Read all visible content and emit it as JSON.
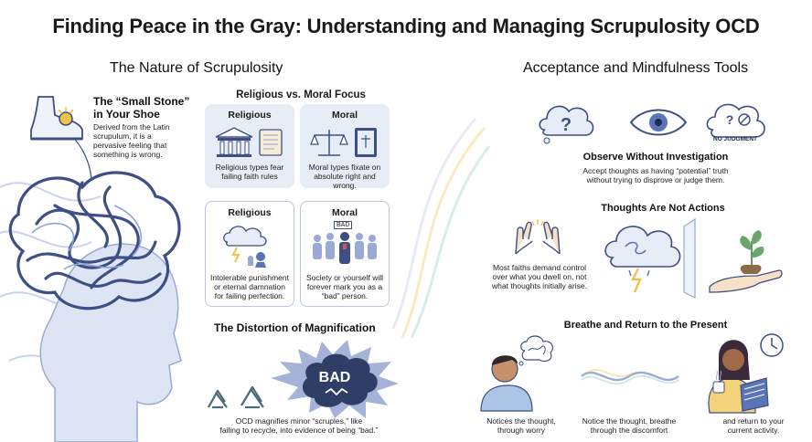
{
  "title": "Finding Peace in the Gray: Understanding and Managing Scrupulosity OCD",
  "left": {
    "heading": "The Nature of Scrupulosity",
    "stone": {
      "title_line1": "The “Small Stone”",
      "title_line2": "in Your Shoe",
      "body": [
        "Derived from the Latin",
        "scrupulum, it is a",
        "pervasive feeling that",
        "something is wrong."
      ]
    },
    "focus": {
      "heading": "Religious vs. Moral Focus",
      "top_left_label": "Religious",
      "top_left_text": [
        "Religious types fear",
        "failing faith rules"
      ],
      "top_right_label": "Moral",
      "top_right_text": [
        "Moral types fixate on",
        "absolute right and wrong."
      ],
      "bottom_left_label": "Religious",
      "bottom_left_text": [
        "Intolerable punishment",
        "or eternal damnation",
        "for failing perfection."
      ],
      "bottom_right_label": "Moral",
      "bottom_right_badge": "BAD",
      "bottom_right_text": [
        "Society or yourself will",
        "forever mark you as a",
        "“bad” person."
      ]
    },
    "distortion": {
      "heading": "The Distortion of Magnification",
      "cloud_word": "BAD",
      "text": [
        "OCD magnifies minor “scruples,” like",
        "failing to recycle, into evidence of being “bad.”"
      ]
    }
  },
  "right": {
    "heading": "Acceptance and Mindfulness Tools",
    "observe": {
      "badge": "NO JUDGMENT",
      "title": "Observe Without Investigation",
      "text": [
        "Accept thoughts as having “potential” truth",
        "without trying to disprove or judge them."
      ]
    },
    "thoughts": {
      "title": "Thoughts Are Not Actions",
      "text": [
        "Most faiths demand control",
        "over what you dwell on, not",
        "what thoughts initially arise."
      ]
    },
    "breathe": {
      "title": "Breathe and Return to the Present",
      "step1": [
        "Notices the thought,",
        "through worry"
      ],
      "step2": [
        "Notice the thought, breathe",
        "through the discomfort"
      ],
      "step3": [
        "and return to your",
        "current activity."
      ]
    }
  },
  "colors": {
    "accent": "#5b74b8",
    "light": "#e6edf7",
    "text": "#1a1a1a"
  }
}
